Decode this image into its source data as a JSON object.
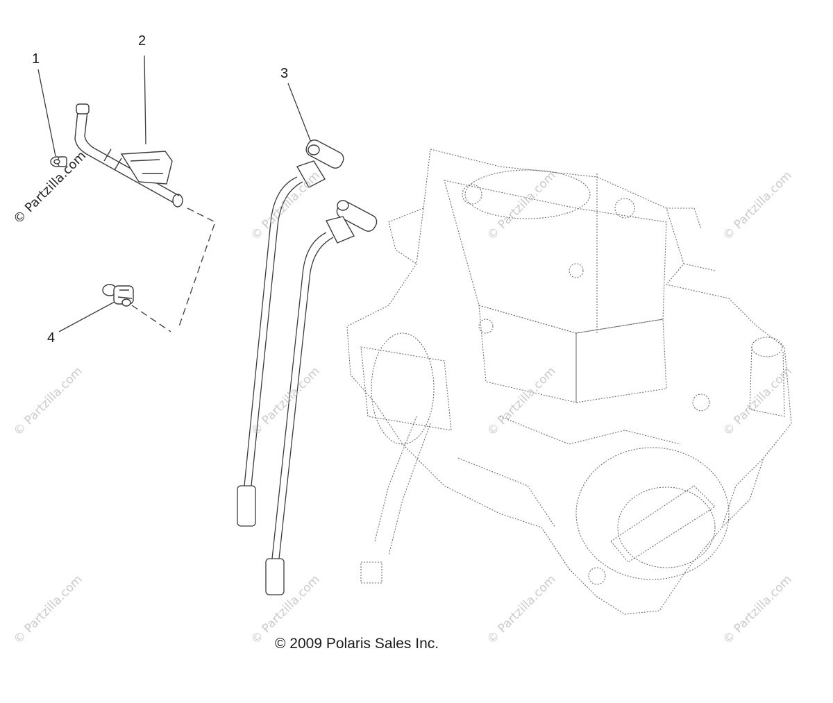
{
  "diagram": {
    "callouts": [
      {
        "id": "1",
        "label": "1"
      },
      {
        "id": "2",
        "label": "2"
      },
      {
        "id": "3",
        "label": "3"
      },
      {
        "id": "4",
        "label": "4"
      }
    ],
    "copyright": "© 2009 Polaris Sales Inc.",
    "watermark": "© Partzilla.com"
  },
  "colors": {
    "line": "#3a3a3a",
    "engine_line": "#6b6b6b",
    "watermark": "#b9b9b9"
  }
}
